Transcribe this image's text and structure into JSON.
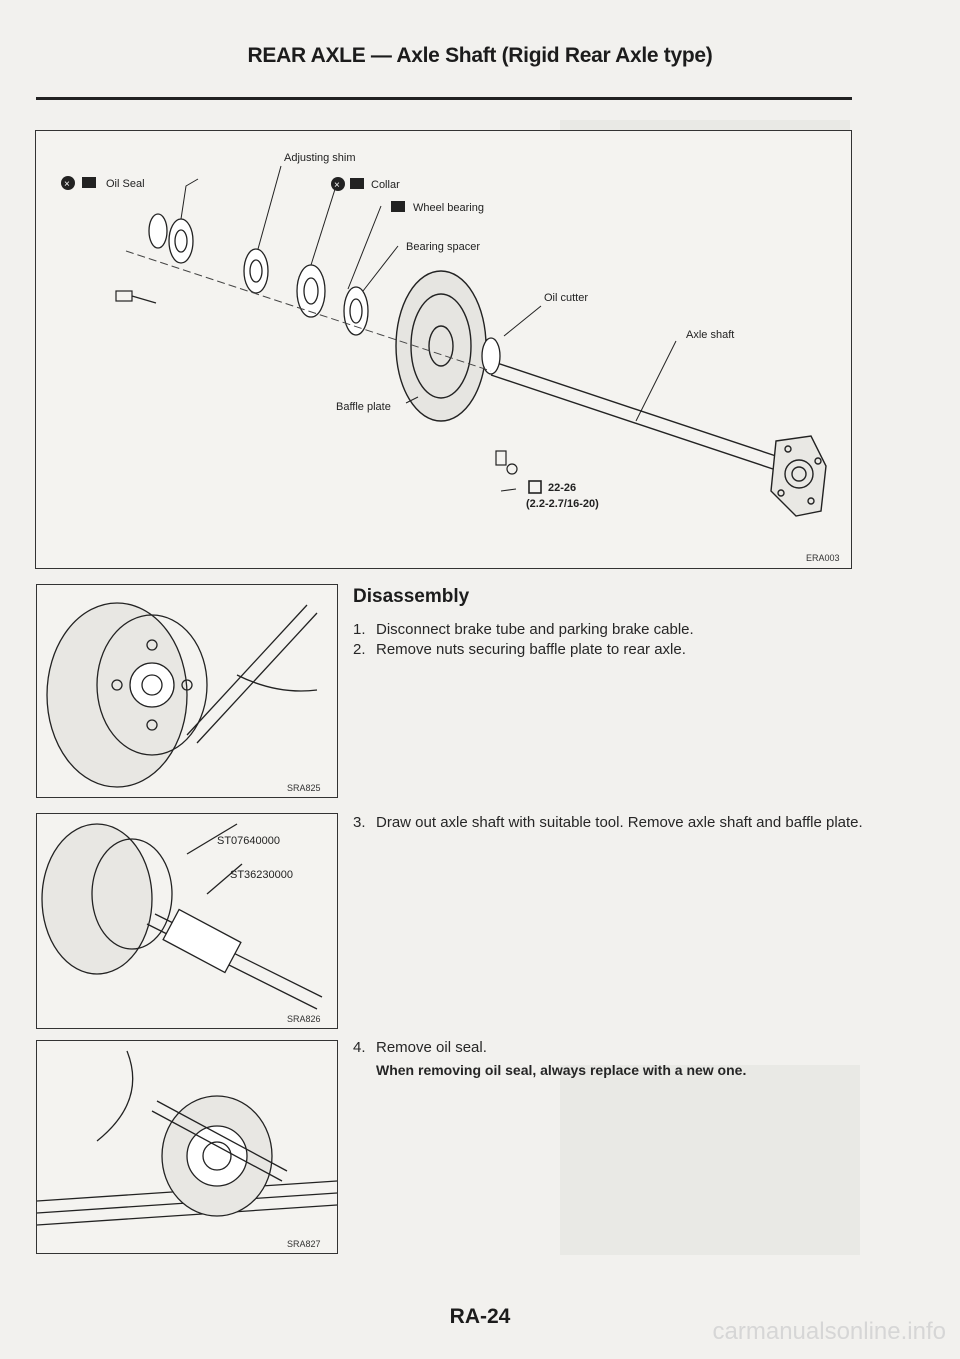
{
  "header": {
    "title": "REAR AXLE — Axle Shaft (Rigid Rear Axle type)"
  },
  "diagram_main": {
    "labels": {
      "adjusting_shim": "Adjusting shim",
      "oil_seal": "Oil Seal",
      "collar": "Collar",
      "wheel_bearing": "Wheel bearing",
      "bearing_spacer": "Bearing spacer",
      "oil_cutter": "Oil cutter",
      "axle_shaft": "Axle shaft",
      "baffle_plate": "Baffle plate",
      "torque_value": "22-26",
      "torque_alt": "(2.2-2.7/16-20)",
      "figure_code": "ERA003"
    }
  },
  "section": {
    "title": "Disassembly"
  },
  "steps": [
    {
      "num": "1.",
      "text": "Disconnect brake tube and parking brake cable."
    },
    {
      "num": "2.",
      "text": "Remove nuts securing baffle plate to rear axle."
    },
    {
      "num": "3.",
      "text": "Draw out axle shaft with suitable tool. Remove axle shaft and baffle plate."
    },
    {
      "num": "4.",
      "text": "Remove oil seal."
    }
  ],
  "warning": "When removing oil seal, always replace with a new one.",
  "figures": {
    "fig1_code": "SRA825",
    "fig2_code": "SRA826",
    "fig2_tool1": "ST07640000",
    "fig2_tool2": "ST36230000",
    "fig3_code": "SRA827"
  },
  "footer": {
    "page_number": "RA-24",
    "watermark": "carmanualsonline.info"
  }
}
